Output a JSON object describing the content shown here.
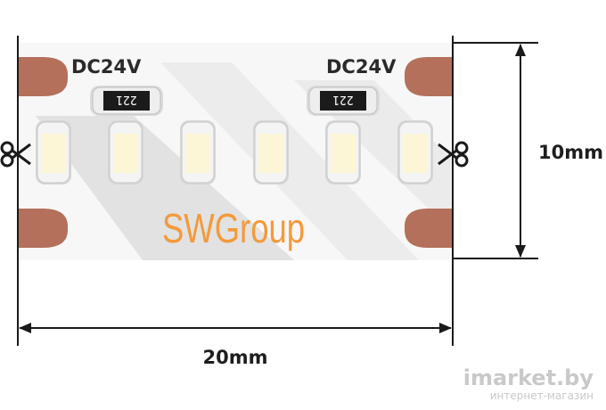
{
  "colors": {
    "strip": "#f7f7f7",
    "shadow": "#e2e2e2",
    "pad": "#b4705a",
    "led_body": "#f4f4f4",
    "led_chip": "#fdf6d6",
    "brand": "#f39a3c",
    "line": "#1a1a1a",
    "watermark": "#c9c9c9"
  },
  "strip": {
    "voltage_left": "DC24V",
    "voltage_right": "DC24V",
    "resistor_code_left": "221",
    "resistor_code_right": "221",
    "brand": "SWGroup",
    "led_count": 6,
    "pad_count": 4
  },
  "dimensions": {
    "height_label": "10mm",
    "width_label": "20mm"
  },
  "icons": {
    "cut_mark_left": "scissors-icon",
    "cut_mark_right": "scissors-icon"
  },
  "watermark": {
    "main": "imarket.by",
    "sub": "интернет-магазин"
  }
}
